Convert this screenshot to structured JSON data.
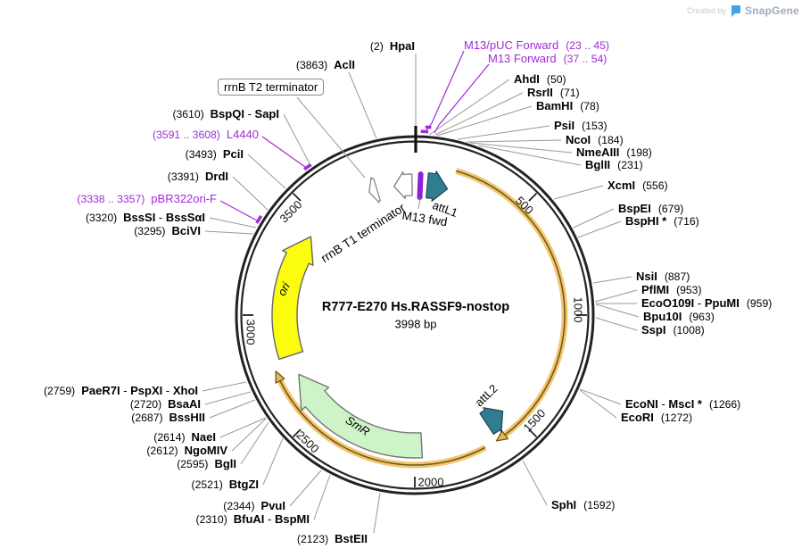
{
  "watermark": {
    "created_by": "Created by",
    "brand": "SnapGene"
  },
  "plasmid": {
    "name": "R777-E270 Hs.RASSF9-nostop",
    "size": "3998 bp"
  },
  "separator": " - ",
  "tick_labels": [
    "500",
    "1000",
    "1500",
    "2000",
    "2500",
    "3000",
    "3500"
  ],
  "features": {
    "ori": "ori",
    "smr": "SmR",
    "attl1": "attL1",
    "attl2": "attL2",
    "m13_fwd": "M13 fwd",
    "rrnb_t1": "rrnB T1 terminator",
    "rrnb_t2": "rrnB T2 terminator"
  },
  "primers": [
    {
      "name": "M13/pUC Forward",
      "range": "(23 .. 45)"
    },
    {
      "name": "M13 Forward",
      "range": "(37 .. 54)"
    },
    {
      "name": "L4440",
      "range": "(3591 .. 3608)"
    },
    {
      "name": "pBR322ori-F",
      "range": "(3338 .. 3357)"
    }
  ],
  "restriction_sites": [
    {
      "names": [
        "AhdI"
      ],
      "position": "(50)"
    },
    {
      "names": [
        "RsrII"
      ],
      "position": "(71)"
    },
    {
      "names": [
        "BamHI"
      ],
      "position": "(78)"
    },
    {
      "names": [
        "PsiI"
      ],
      "position": "(153)"
    },
    {
      "names": [
        "NcoI"
      ],
      "position": "(184)"
    },
    {
      "names": [
        "NmeAIII"
      ],
      "position": "(198)"
    },
    {
      "names": [
        "BglII"
      ],
      "position": "(231)"
    },
    {
      "names": [
        "XcmI"
      ],
      "position": "(556)"
    },
    {
      "names": [
        "BspEI"
      ],
      "position": "(679)"
    },
    {
      "names": [
        "BspHI *"
      ],
      "position": "(716)"
    },
    {
      "names": [
        "NsiI"
      ],
      "position": "(887)"
    },
    {
      "names": [
        "PflMI"
      ],
      "position": "(953)"
    },
    {
      "names": [
        "EcoO109I",
        "PpuMI"
      ],
      "position": "(959)"
    },
    {
      "names": [
        "Bpu10I"
      ],
      "position": "(963)"
    },
    {
      "names": [
        "SspI"
      ],
      "position": "(1008)"
    },
    {
      "names": [
        "EcoNI",
        "MscI *"
      ],
      "position": "(1266)"
    },
    {
      "names": [
        "EcoRI"
      ],
      "position": "(1272)"
    },
    {
      "names": [
        "SphI"
      ],
      "position": "(1592)"
    },
    {
      "names": [
        "HpaI"
      ],
      "position": "(2)"
    },
    {
      "names": [
        "AclI"
      ],
      "position": "(3863)"
    },
    {
      "names": [
        "BspQI",
        "SapI"
      ],
      "position": "(3610)"
    },
    {
      "names": [
        "PciI"
      ],
      "position": "(3493)"
    },
    {
      "names": [
        "DrdI"
      ],
      "position": "(3391)"
    },
    {
      "names": [
        "BssSI",
        "BssSαI"
      ],
      "position": "(3320)"
    },
    {
      "names": [
        "BciVI"
      ],
      "position": "(3295)"
    },
    {
      "names": [
        "PaeR7I",
        "PspXI",
        "XhoI"
      ],
      "position": "(2759)"
    },
    {
      "names": [
        "BsaAI"
      ],
      "position": "(2720)"
    },
    {
      "names": [
        "BssHII"
      ],
      "position": "(2687)"
    },
    {
      "names": [
        "NaeI"
      ],
      "position": "(2614)"
    },
    {
      "names": [
        "NgoMIV"
      ],
      "position": "(2612)"
    },
    {
      "names": [
        "BglI"
      ],
      "position": "(2595)"
    },
    {
      "names": [
        "BtgZI"
      ],
      "position": "(2521)"
    },
    {
      "names": [
        "PvuI"
      ],
      "position": "(2344)"
    },
    {
      "names": [
        "BfuAI",
        "BspMI"
      ],
      "position": "(2310)"
    },
    {
      "names": [
        "BstEII"
      ],
      "position": "(2123)"
    }
  ],
  "colors": {
    "ring": "#222222",
    "leader_gray": "#999999",
    "ori_fill": "#FCFC0F",
    "smr_fill": "#CDF3C6",
    "att_fill": "#2F7E90",
    "white_arrow": "#FFFFFF",
    "orf_light": "#F3C56F",
    "orf_dark": "#6F5A1A",
    "orf_head": "#E9B554",
    "primer_purple": "#A02BD8",
    "m13_bar": "#8E1FD2"
  }
}
